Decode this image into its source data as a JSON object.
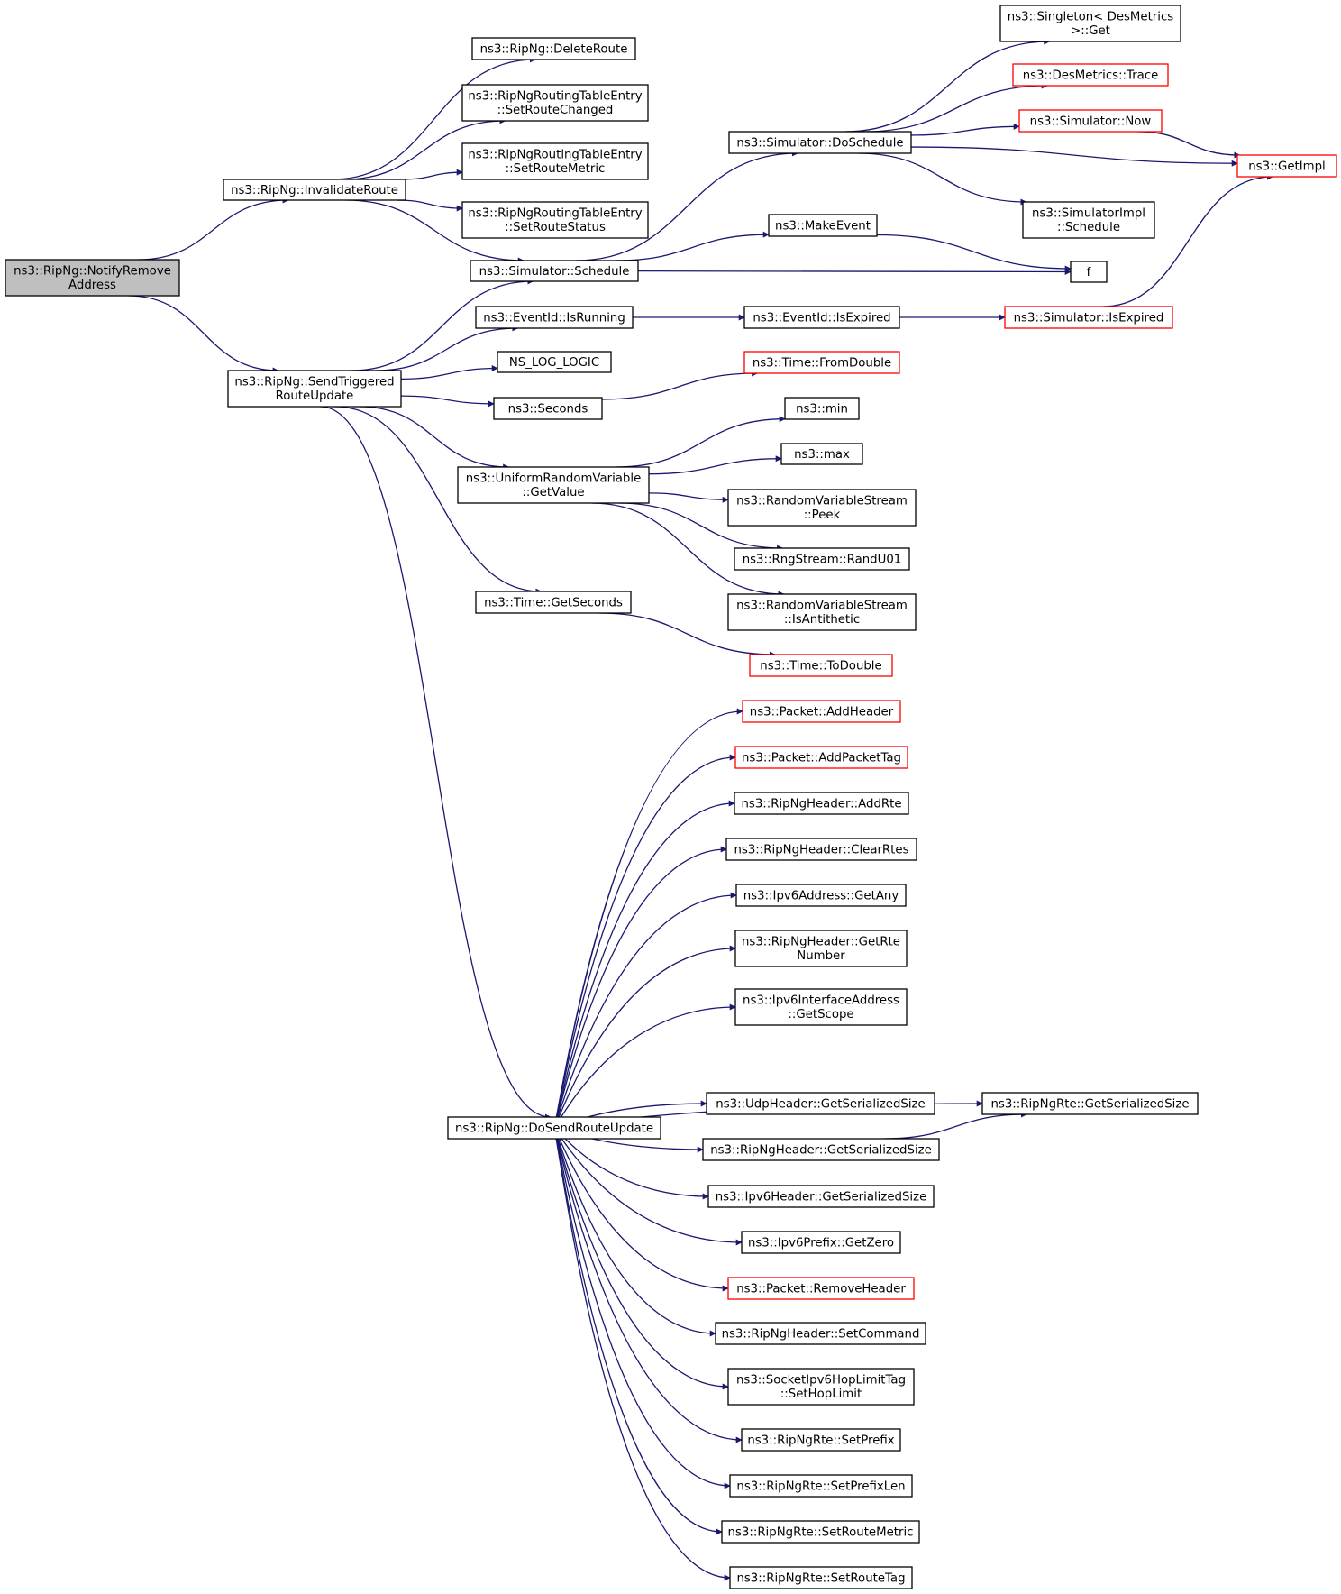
{
  "nodes": [
    {
      "id": "root",
      "lines": [
        "ns3::RipNg::NotifyRemove",
        "Address"
      ],
      "style": "root"
    },
    {
      "id": "invalidate",
      "lines": [
        "ns3::RipNg::InvalidateRoute"
      ]
    },
    {
      "id": "sendtrig",
      "lines": [
        "ns3::RipNg::SendTriggered",
        "RouteUpdate"
      ]
    },
    {
      "id": "deleteroute",
      "lines": [
        "ns3::RipNg::DeleteRoute"
      ]
    },
    {
      "id": "setchanged",
      "lines": [
        "ns3::RipNgRoutingTableEntry",
        "::SetRouteChanged"
      ]
    },
    {
      "id": "setmetric",
      "lines": [
        "ns3::RipNgRoutingTableEntry",
        "::SetRouteMetric"
      ]
    },
    {
      "id": "setstatus",
      "lines": [
        "ns3::RipNgRoutingTableEntry",
        "::SetRouteStatus"
      ]
    },
    {
      "id": "schedule",
      "lines": [
        "ns3::Simulator::Schedule"
      ]
    },
    {
      "id": "isrunning",
      "lines": [
        "ns3::EventId::IsRunning"
      ]
    },
    {
      "id": "nslog",
      "lines": [
        "NS_LOG_LOGIC"
      ]
    },
    {
      "id": "seconds",
      "lines": [
        "ns3::Seconds"
      ]
    },
    {
      "id": "urvget",
      "lines": [
        "ns3::UniformRandomVariable",
        "::GetValue"
      ]
    },
    {
      "id": "getseconds",
      "lines": [
        "ns3::Time::GetSeconds"
      ]
    },
    {
      "id": "dosend",
      "lines": [
        "ns3::RipNg::DoSendRouteUpdate"
      ]
    },
    {
      "id": "doschedule",
      "lines": [
        "ns3::Simulator::DoSchedule"
      ]
    },
    {
      "id": "makeevent",
      "lines": [
        "ns3::MakeEvent"
      ]
    },
    {
      "id": "isexpired",
      "lines": [
        "ns3::EventId::IsExpired"
      ]
    },
    {
      "id": "fromdouble",
      "lines": [
        "ns3::Time::FromDouble"
      ],
      "style": "red"
    },
    {
      "id": "min",
      "lines": [
        "ns3::min"
      ]
    },
    {
      "id": "max",
      "lines": [
        "ns3::max"
      ]
    },
    {
      "id": "peek",
      "lines": [
        "ns3::RandomVariableStream",
        "::Peek"
      ]
    },
    {
      "id": "randu01",
      "lines": [
        "ns3::RngStream::RandU01"
      ]
    },
    {
      "id": "isanti",
      "lines": [
        "ns3::RandomVariableStream",
        "::IsAntithetic"
      ]
    },
    {
      "id": "todouble",
      "lines": [
        "ns3::Time::ToDouble"
      ],
      "style": "red"
    },
    {
      "id": "singleton",
      "lines": [
        "ns3::Singleton< DesMetrics",
        ">::Get"
      ]
    },
    {
      "id": "trace",
      "lines": [
        "ns3::DesMetrics::Trace"
      ],
      "style": "red"
    },
    {
      "id": "now",
      "lines": [
        "ns3::Simulator::Now"
      ],
      "style": "red"
    },
    {
      "id": "getimpl",
      "lines": [
        "ns3::GetImpl"
      ],
      "style": "red"
    },
    {
      "id": "simimplsched",
      "lines": [
        "ns3::SimulatorImpl",
        "::Schedule"
      ]
    },
    {
      "id": "f",
      "lines": [
        "f"
      ]
    },
    {
      "id": "simisexpired",
      "lines": [
        "ns3::Simulator::IsExpired"
      ],
      "style": "red"
    },
    {
      "id": "addheader",
      "lines": [
        "ns3::Packet::AddHeader"
      ],
      "style": "red"
    },
    {
      "id": "addpackettag",
      "lines": [
        "ns3::Packet::AddPacketTag"
      ],
      "style": "red"
    },
    {
      "id": "addrte",
      "lines": [
        "ns3::RipNgHeader::AddRte"
      ]
    },
    {
      "id": "clearrtes",
      "lines": [
        "ns3::RipNgHeader::ClearRtes"
      ]
    },
    {
      "id": "getany",
      "lines": [
        "ns3::Ipv6Address::GetAny"
      ]
    },
    {
      "id": "getrtenum",
      "lines": [
        "ns3::RipNgHeader::GetRte",
        "Number"
      ]
    },
    {
      "id": "getscope",
      "lines": [
        "ns3::Ipv6InterfaceAddress",
        "::GetScope"
      ]
    },
    {
      "id": "udpsize",
      "lines": [
        "ns3::UdpHeader::GetSerializedSize"
      ]
    },
    {
      "id": "ripngrtesize",
      "lines": [
        "ns3::RipNgRte::GetSerializedSize"
      ]
    },
    {
      "id": "ripnghdrsize",
      "lines": [
        "ns3::RipNgHeader::GetSerializedSize"
      ]
    },
    {
      "id": "ipv6hdrsize",
      "lines": [
        "ns3::Ipv6Header::GetSerializedSize"
      ]
    },
    {
      "id": "getzero",
      "lines": [
        "ns3::Ipv6Prefix::GetZero"
      ]
    },
    {
      "id": "removeheader",
      "lines": [
        "ns3::Packet::RemoveHeader"
      ],
      "style": "red"
    },
    {
      "id": "setcommand",
      "lines": [
        "ns3::RipNgHeader::SetCommand"
      ]
    },
    {
      "id": "sethoplimit",
      "lines": [
        "ns3::SocketIpv6HopLimitTag",
        "::SetHopLimit"
      ]
    },
    {
      "id": "setprefix",
      "lines": [
        "ns3::RipNgRte::SetPrefix"
      ]
    },
    {
      "id": "setprefixlen",
      "lines": [
        "ns3::RipNgRte::SetPrefixLen"
      ]
    },
    {
      "id": "setroutemetric",
      "lines": [
        "ns3::RipNgRte::SetRouteMetric"
      ]
    },
    {
      "id": "setroutetag",
      "lines": [
        "ns3::RipNgRte::SetRouteTag"
      ]
    }
  ],
  "edges": [
    [
      "root",
      "invalidate"
    ],
    [
      "root",
      "sendtrig"
    ],
    [
      "invalidate",
      "deleteroute"
    ],
    [
      "invalidate",
      "setchanged"
    ],
    [
      "invalidate",
      "setmetric"
    ],
    [
      "invalidate",
      "setstatus"
    ],
    [
      "invalidate",
      "schedule"
    ],
    [
      "sendtrig",
      "schedule"
    ],
    [
      "sendtrig",
      "isrunning"
    ],
    [
      "sendtrig",
      "nslog"
    ],
    [
      "sendtrig",
      "seconds"
    ],
    [
      "sendtrig",
      "urvget"
    ],
    [
      "sendtrig",
      "getseconds"
    ],
    [
      "sendtrig",
      "dosend"
    ],
    [
      "schedule",
      "doschedule"
    ],
    [
      "schedule",
      "makeevent"
    ],
    [
      "schedule",
      "f"
    ],
    [
      "isrunning",
      "isexpired"
    ],
    [
      "isexpired",
      "simisexpired"
    ],
    [
      "simisexpired",
      "getimpl"
    ],
    [
      "seconds",
      "fromdouble"
    ],
    [
      "urvget",
      "min"
    ],
    [
      "urvget",
      "max"
    ],
    [
      "urvget",
      "peek"
    ],
    [
      "urvget",
      "randu01"
    ],
    [
      "urvget",
      "isanti"
    ],
    [
      "getseconds",
      "todouble"
    ],
    [
      "doschedule",
      "singleton"
    ],
    [
      "doschedule",
      "trace"
    ],
    [
      "doschedule",
      "now"
    ],
    [
      "doschedule",
      "getimpl"
    ],
    [
      "doschedule",
      "simimplsched"
    ],
    [
      "now",
      "getimpl"
    ],
    [
      "makeevent",
      "f"
    ],
    [
      "dosend",
      "addheader"
    ],
    [
      "dosend",
      "addpackettag"
    ],
    [
      "dosend",
      "addrte"
    ],
    [
      "dosend",
      "clearrtes"
    ],
    [
      "dosend",
      "getany"
    ],
    [
      "dosend",
      "getrtenum"
    ],
    [
      "dosend",
      "getscope"
    ],
    [
      "dosend",
      "udpsize"
    ],
    [
      "dosend",
      "ripngrtesize"
    ],
    [
      "dosend",
      "ripnghdrsize"
    ],
    [
      "dosend",
      "ipv6hdrsize"
    ],
    [
      "dosend",
      "getzero"
    ],
    [
      "dosend",
      "removeheader"
    ],
    [
      "dosend",
      "setcommand"
    ],
    [
      "dosend",
      "sethoplimit"
    ],
    [
      "dosend",
      "setprefix"
    ],
    [
      "dosend",
      "setprefixlen"
    ],
    [
      "dosend",
      "setroutemetric"
    ],
    [
      "dosend",
      "setroutetag"
    ],
    [
      "ripnghdrsize",
      "ripngrtesize"
    ]
  ]
}
